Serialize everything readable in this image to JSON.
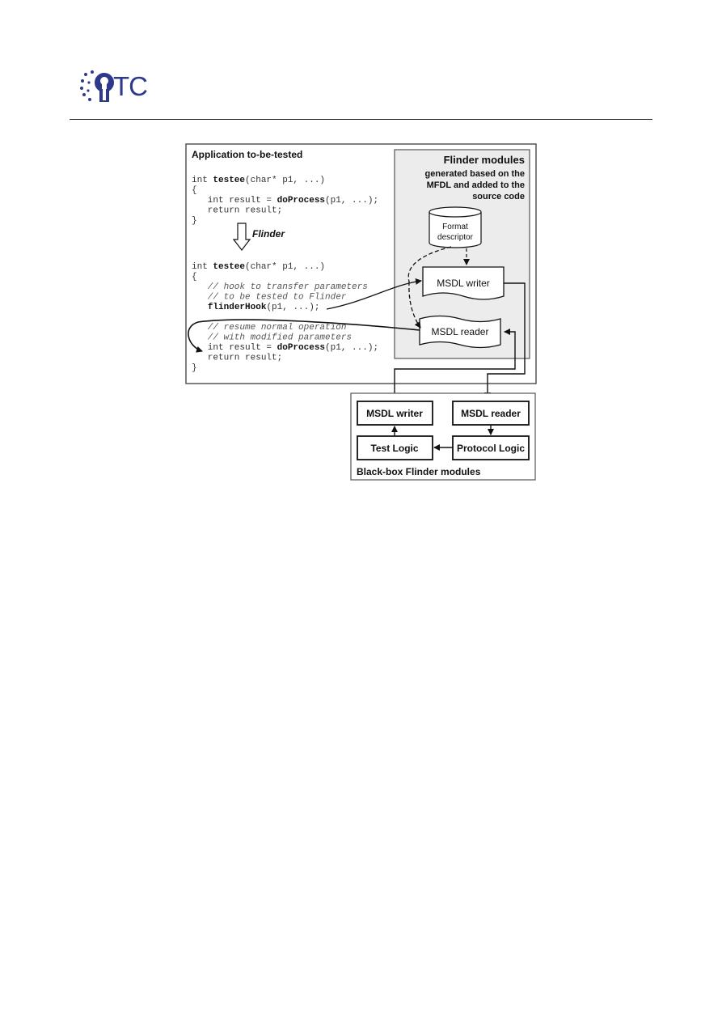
{
  "header": {
    "logo_text": "TC"
  },
  "diagram": {
    "app_title": "Application to-be-tested",
    "code_before": [
      {
        "pre": "int ",
        "bold": "testee",
        "post": "(char* p1, ...)"
      },
      {
        "pre": "{",
        "bold": "",
        "post": ""
      },
      {
        "pre": "   int result = ",
        "bold": "doProcess",
        "post": "(p1, ...);"
      },
      {
        "pre": "   return result;",
        "bold": "",
        "post": ""
      },
      {
        "pre": "}",
        "bold": "",
        "post": ""
      }
    ],
    "flinder_label": "Flinder",
    "code_after": [
      {
        "pre": "int ",
        "bold": "testee",
        "post": "(char* p1, ...)",
        "italic": false
      },
      {
        "pre": "{",
        "bold": "",
        "post": "",
        "italic": false
      },
      {
        "pre": "   // hook to transfer parameters",
        "bold": "",
        "post": "",
        "italic": true
      },
      {
        "pre": "   // to be tested to Flinder",
        "bold": "",
        "post": "",
        "italic": true
      },
      {
        "pre": "   ",
        "bold": "flinderHook",
        "post": "(p1, ...);",
        "italic": false
      },
      {
        "pre": "",
        "bold": "",
        "post": "",
        "italic": false
      },
      {
        "pre": "   // resume normal operation",
        "bold": "",
        "post": "",
        "italic": true
      },
      {
        "pre": "   // with modified parameters",
        "bold": "",
        "post": "",
        "italic": true
      },
      {
        "pre": "   int result = ",
        "bold": "doProcess",
        "post": "(p1, ...);",
        "italic": false
      },
      {
        "pre": "   return result;",
        "bold": "",
        "post": "",
        "italic": false
      },
      {
        "pre": "}",
        "bold": "",
        "post": "",
        "italic": false
      }
    ],
    "modules_title": [
      "Flinder modules",
      "generated based on the",
      "MFDL and added to the",
      "source code"
    ],
    "format_descriptor": [
      "Format",
      "descriptor"
    ],
    "msdl_writer": "MSDL writer",
    "msdl_reader": "MSDL reader",
    "bb_msdl_writer": "MSDL writer",
    "bb_msdl_reader": "MSDL reader",
    "bb_test_logic": "Test Logic",
    "bb_protocol_logic": "Protocol Logic",
    "blackbox_title": "Black-box Flinder modules"
  }
}
